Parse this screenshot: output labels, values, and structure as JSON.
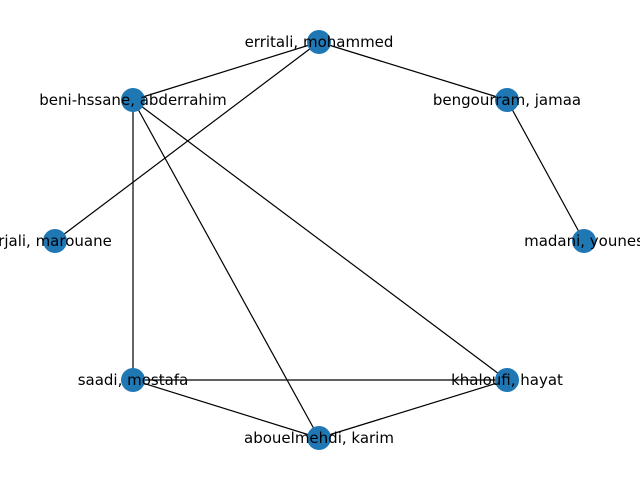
{
  "graph": {
    "colors": {
      "node": "#1f77b4",
      "edge": "#000000",
      "label": "#000000",
      "background": "#ffffff"
    },
    "nodes": [
      {
        "id": "erritali",
        "label": "erritali, mohammed"
      },
      {
        "id": "beni",
        "label": "beni-hssane, abderrahim"
      },
      {
        "id": "bengourram",
        "label": "bengourram, jamaa"
      },
      {
        "id": "marouane",
        "label": "rjali, marouane"
      },
      {
        "id": "madani",
        "label": "madani, younes"
      },
      {
        "id": "saadi",
        "label": "saadi, mostafa"
      },
      {
        "id": "khaloufi",
        "label": "khaloufi, hayat"
      },
      {
        "id": "abouelmehdi",
        "label": "abouelmehdi, karim"
      }
    ],
    "edges": [
      [
        "erritali",
        "beni"
      ],
      [
        "erritali",
        "bengourram"
      ],
      [
        "erritali",
        "marouane"
      ],
      [
        "bengourram",
        "madani"
      ],
      [
        "beni",
        "saadi"
      ],
      [
        "beni",
        "abouelmehdi"
      ],
      [
        "beni",
        "khaloufi"
      ],
      [
        "saadi",
        "khaloufi"
      ],
      [
        "saadi",
        "abouelmehdi"
      ],
      [
        "abouelmehdi",
        "khaloufi"
      ]
    ]
  }
}
